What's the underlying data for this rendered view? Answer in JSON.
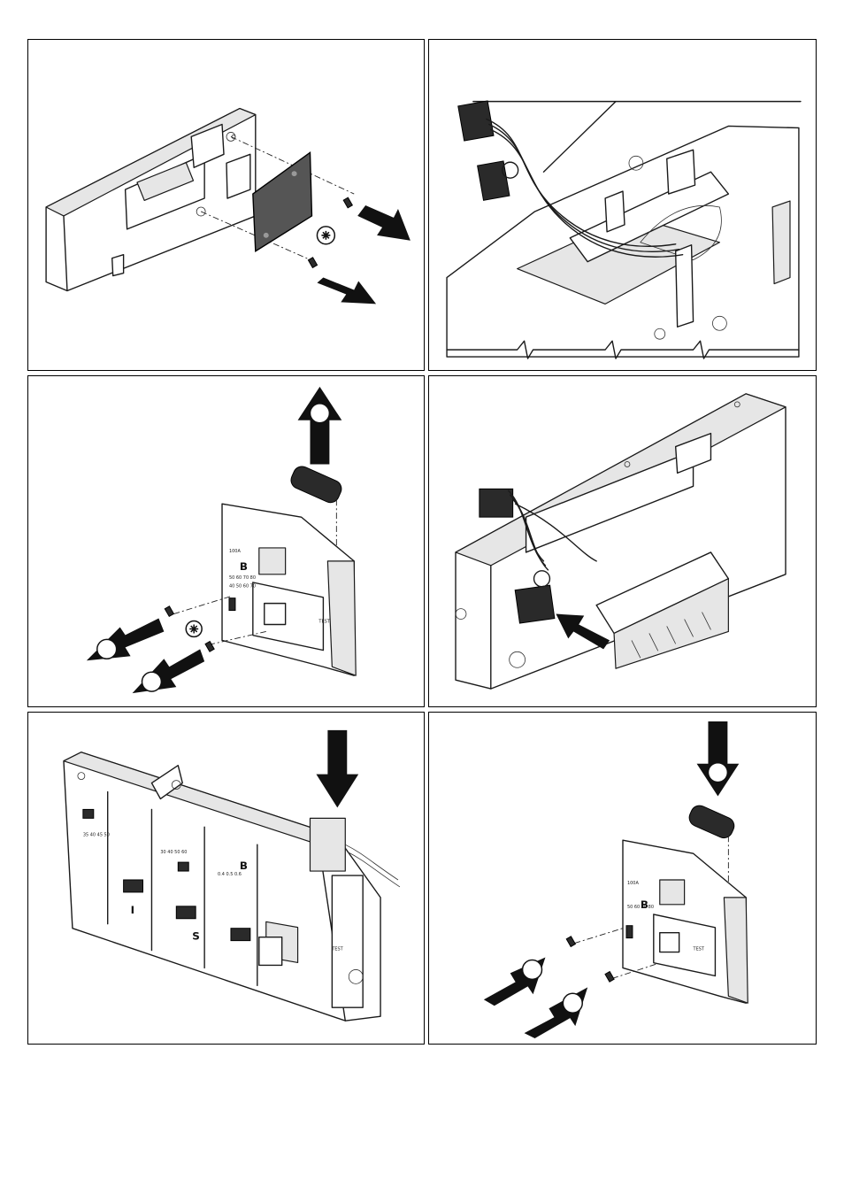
{
  "panels": [
    {
      "step": "remove-cover-plate"
    },
    {
      "step": "connector-detail"
    },
    {
      "step": "remove-module"
    },
    {
      "step": "connect-cable"
    },
    {
      "step": "insert-module"
    },
    {
      "step": "refit-screws"
    }
  ],
  "module_marks": {
    "letter_i": "I",
    "letter_s": "S",
    "letter_b": "B"
  },
  "colors": {
    "line": "#1a1a1a",
    "cover_plate": "#555555",
    "arrow": "#111111"
  },
  "icons": [
    "arrow-out-icon",
    "arrow-up-icon",
    "arrow-down-icon",
    "arrow-in-icon",
    "screwdriver-phillips-icon"
  ]
}
